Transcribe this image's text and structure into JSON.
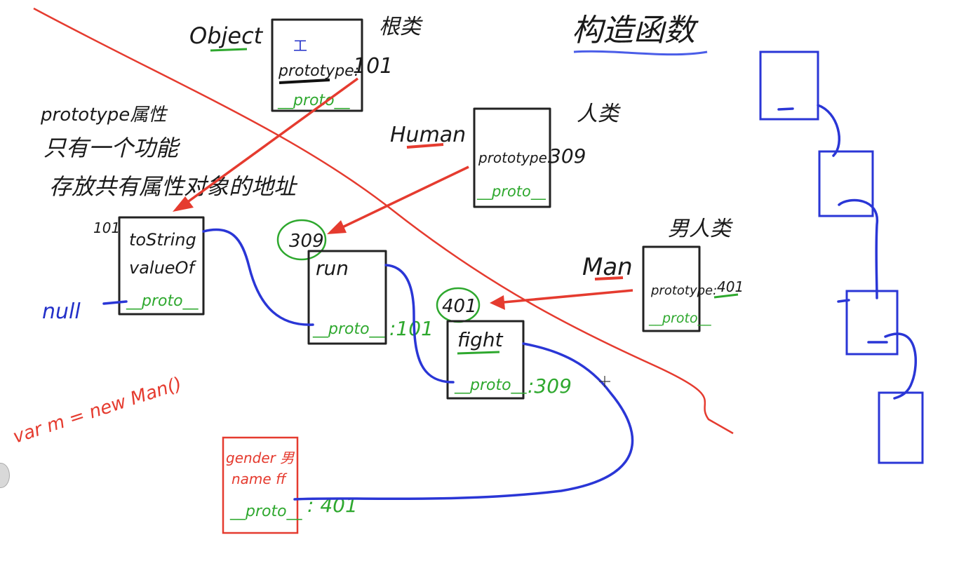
{
  "title": "构造函数",
  "note": {
    "line1": "prototype属性",
    "line2": "只有一个功能",
    "line3": "存放共有属性对象的地址"
  },
  "object": {
    "name": "Object",
    "tag": "根类",
    "marker": "工",
    "prototype_label": "prototype:",
    "prototype_value": "101",
    "proto_label": "__proto__"
  },
  "human": {
    "name": "Human",
    "tag": "人类",
    "prototype_label": "prototype:",
    "prototype_value": "309",
    "proto_label": "__proto__"
  },
  "man": {
    "name": "Man",
    "tag": "男人类",
    "prototype_label": "prototype:",
    "prototype_value": "401",
    "proto_label": "__proto__"
  },
  "object_prototype": {
    "address": "101",
    "methods": [
      "toString",
      "valueOf"
    ],
    "proto_label": "__proto__",
    "proto_target": "null"
  },
  "human_prototype": {
    "address": "309",
    "methods": [
      "run"
    ],
    "proto_label": "__proto__",
    "proto_value": ":101"
  },
  "man_prototype": {
    "address": "401",
    "methods": [
      "fight"
    ],
    "proto_label": "__proto__",
    "proto_value": ":309"
  },
  "instance": {
    "declaration": "var m = new Man()",
    "fields": [
      "gender 男",
      "name ff"
    ],
    "proto_label": "__proto__",
    "proto_value": ": 401"
  },
  "colors": {
    "ink": "#1a1a1a",
    "green": "#2ea82e",
    "red": "#e53b2f",
    "blue": "#2a36d6"
  }
}
